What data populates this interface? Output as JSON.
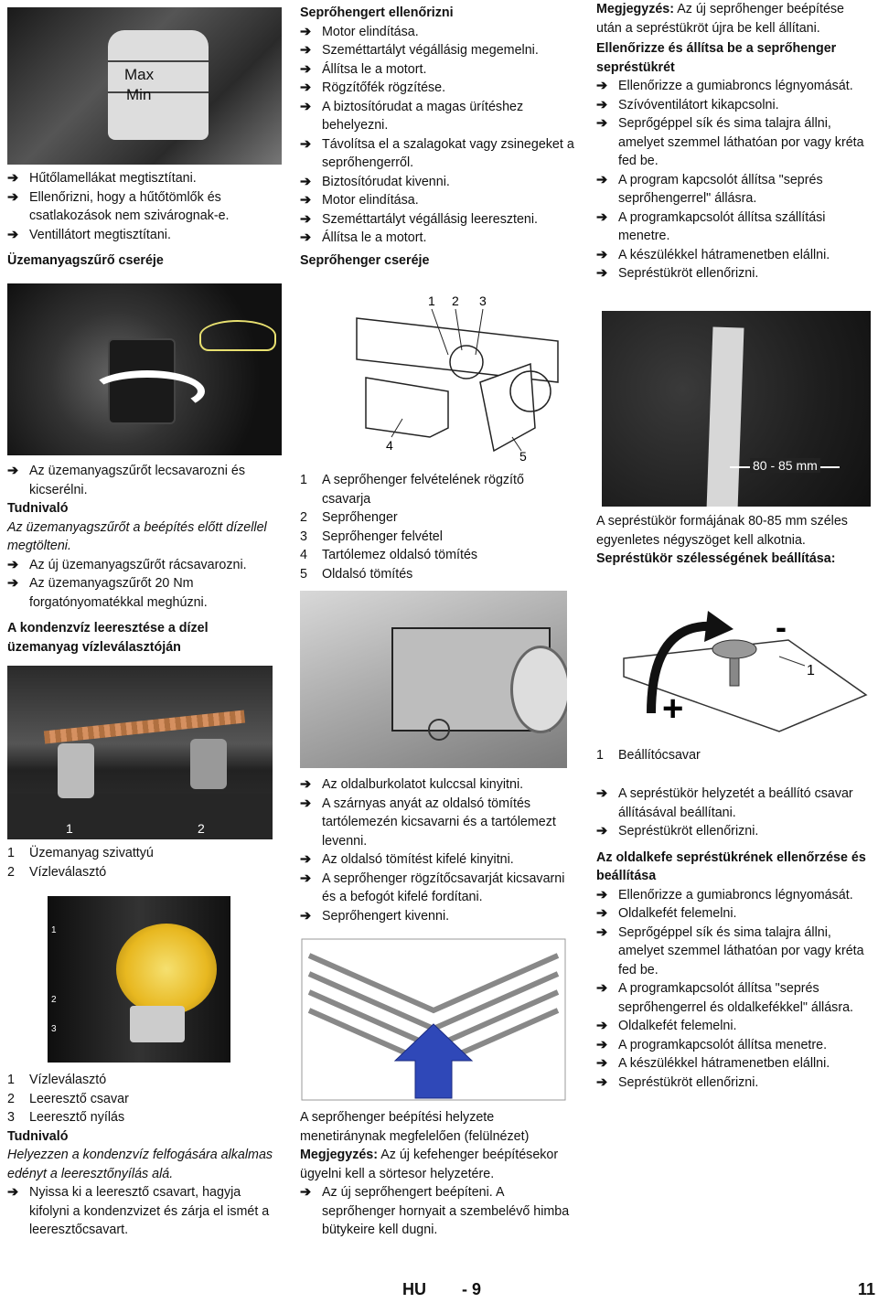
{
  "col1": {
    "top_bullets": [
      "Hűtőlamellákat megtisztítani.",
      "Ellenőrizni, hogy a hűtőtömlők és csatlakozások nem szivárognak-e.",
      "Ventillátort megtisztítani."
    ],
    "heading1": "Üzemanyagszűrő cseréje",
    "photo1_labels": [
      "Max",
      "Min"
    ],
    "bullets2": [
      "Az üzemanyagszűrőt lecsavarozni és kicserélni."
    ],
    "note_title": "Tudnivaló",
    "note_text": "Az üzemanyagszűrőt a beépítés előtt dízellel megtölteni.",
    "bullets3": [
      "Az új üzemanyagszűrőt rácsavarozni.",
      "Az üzemanyagszűrőt 20 Nm forgatónyomatékkal meghúzni."
    ],
    "heading2": "A kondenzvíz leeresztése a dízel üzemanyag vízleválasztóján",
    "photo2_labels": [
      "1",
      "2"
    ],
    "legend2": [
      [
        "1",
        "Üzemanyag szivattyú"
      ],
      [
        "2",
        "Vízleválasztó"
      ]
    ],
    "photo3_labels": [
      "1",
      "2",
      "3"
    ],
    "legend3": [
      [
        "1",
        "Vízleválasztó"
      ],
      [
        "2",
        "Leeresztő csavar"
      ],
      [
        "3",
        "Leeresztő nyílás"
      ]
    ],
    "note2_title": "Tudnivaló",
    "note2_text": "Helyezzen a kondenzvíz felfogására alkalmas edényt a leeresztőnyílás alá.",
    "bullets4": [
      "Nyissa ki a leeresztő csavart, hagyja kifolyni a kondenzvizet és zárja el ismét a leeresztőcsavart."
    ]
  },
  "col2": {
    "heading1": "Seprőhengert ellenőrizni",
    "bullets1": [
      "Motor elindítása.",
      "Szeméttartályt végállásig megemelni.",
      "Állítsa le a motort.",
      "Rögzítőfék rögzítése.",
      "A biztosítórudat a magas ürítéshez behelyezni.",
      "Távolítsa el a szalagokat vagy zsinegeket a seprőhengerről.",
      "Biztosítórudat kivenni.",
      "Motor elindítása.",
      "Szeméttartályt végállásig leereszteni.",
      "Állítsa le a motort."
    ],
    "heading2": "Seprőhenger cseréje",
    "diagram_labels": [
      "1",
      "2",
      "3",
      "4",
      "5"
    ],
    "legend": [
      [
        "1",
        "A seprőhenger felvételének rögzítő csavarja"
      ],
      [
        "2",
        "Seprőhenger"
      ],
      [
        "3",
        "Seprőhenger felvétel"
      ],
      [
        "4",
        "Tartólemez oldalsó tömítés"
      ],
      [
        "5",
        "Oldalsó tömítés"
      ]
    ],
    "bullets2": [
      "Az oldalburkolatot kulccsal kinyitni.",
      "A szárnyas anyát az oldalsó tömítés tartólemezén kicsavarni és a tartólemezt levenni.",
      "Az oldalsó tömítést kifelé kinyitni.",
      "A seprőhenger rögzítőcsavarját kicsavarni és a befogót kifelé fordítani.",
      "Seprőhengert kivenni."
    ],
    "caption": "A seprőhenger beépítési helyzete menetiránynak megfelelően (felülnézet)",
    "note_label": "Megjegyzés:",
    "note_text": " Az új kefehenger beépítésekor ügyelni kell a sörtesor helyzetére.",
    "bullets3": [
      "Az új seprőhengert beépíteni. A seprőhenger hornyait a szembelévő himba bütykeire kell dugni."
    ]
  },
  "col3": {
    "note_label": "Megjegyzés:",
    "note_text": " Az új seprőhenger beépítése után a sepréstükröt újra be kell állítani.",
    "heading1": "Ellenőrizze és állítsa be a seprőhenger sepréstükrét",
    "bullets1": [
      "Ellenőrizze a gumiabroncs légnyomását.",
      "Szívóventilátort kikapcsolni.",
      "Seprőgéppel sík és sima talajra állni, amelyet szemmel láthatóan por vagy kréta fed be.",
      "A program kapcsolót állítsa \"seprés seprőhengerrel\" állásra.",
      "A programkapcsolót állítsa szállítási menetre.",
      "A készülékkel hátramenetben eláll­ni.",
      "Sepréstükröt ellenőrizni."
    ],
    "photo_label": "80 - 85 mm",
    "caption": "A sepréstükör formájának 80-85 mm széles egyenletes négyszöget kell alkotnia.",
    "heading2": "Sepréstükör szélességének beállítása:",
    "diagram_labels": [
      "-",
      "+",
      "1"
    ],
    "legend": [
      [
        "1",
        "Beállítócsavar"
      ]
    ],
    "bullets2": [
      "A sepréstükör helyzetét a beállító csavar állításával beállítani.",
      "Sepréstükröt ellenőrizni."
    ],
    "heading3": "Az oldalkefe sepréstükrének ellenőrzése és beállítása",
    "bullets3": [
      "Ellenőrizze a gumiabroncs légnyomását.",
      "Oldalkefét felemelni.",
      "Seprőgéppel sík és sima talajra állni, amelyet szemmel láthatóan por vagy kréta fed be.",
      "A programkapcsolót állítsa \"seprés seprőhengerrel és oldalkefékkel\" állásra.",
      "Oldalkefét felemelni.",
      "A programkapcsolót állítsa menetre.",
      "A készülékkel hátramenetben eláll­ni.",
      "Sepréstükröt ellenőrizni."
    ]
  },
  "footer": {
    "lang": "HU",
    "page": "- 9",
    "num": "11"
  }
}
